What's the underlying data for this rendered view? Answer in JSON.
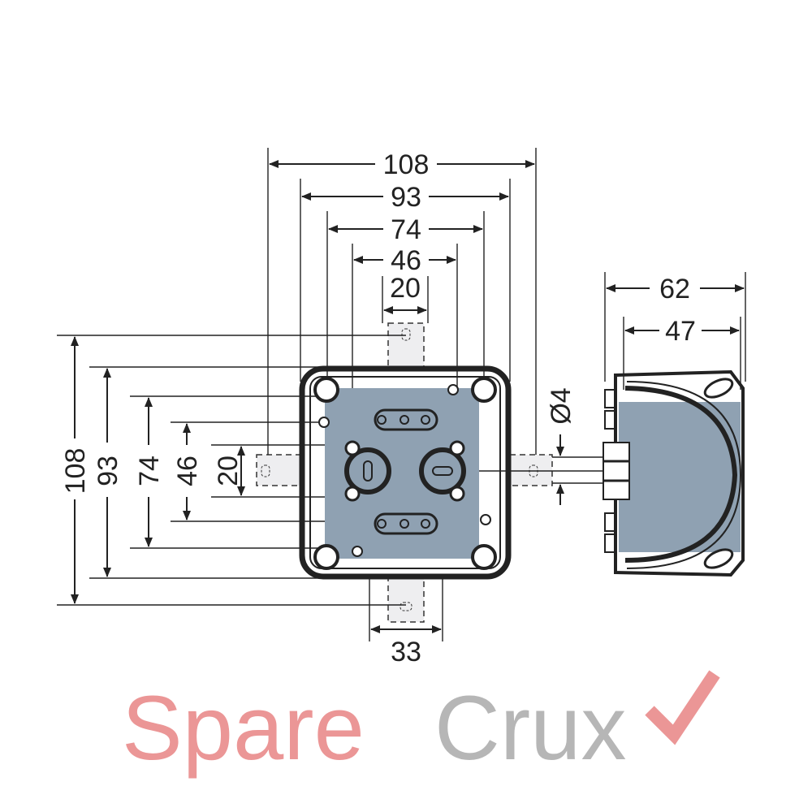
{
  "drawing": {
    "top_dims": [
      "108",
      "93",
      "74",
      "46",
      "20"
    ],
    "left_dims": [
      "108",
      "93",
      "74",
      "46",
      "20"
    ],
    "bottom_dim": "33",
    "side_dims": [
      "62",
      "47"
    ],
    "diameter_dim": "Ø4"
  },
  "watermark": {
    "part1": "Spare",
    "part2": "Crux",
    "color1": "#e57373",
    "color2": "#9e9e9e"
  },
  "colors": {
    "shade": "#8fa1b2",
    "line": "#222222"
  }
}
